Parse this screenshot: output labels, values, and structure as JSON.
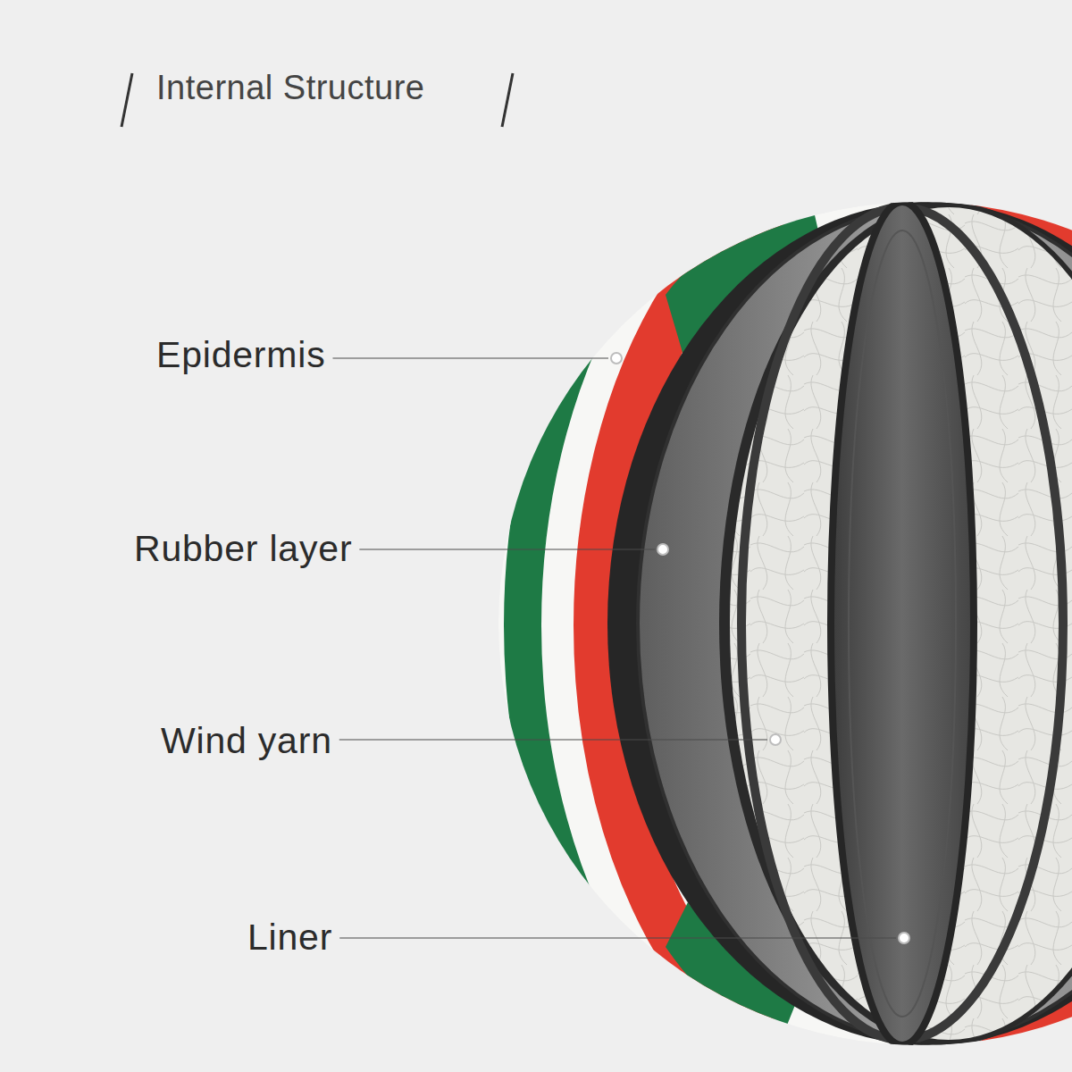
{
  "diagram": {
    "title": "Internal Structure",
    "labels": [
      "Epidermis",
      "Rubber layer",
      "Wind yarn",
      "Liner"
    ]
  }
}
